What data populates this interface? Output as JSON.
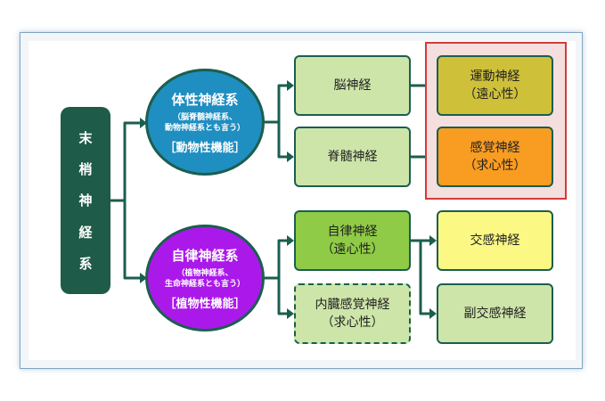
{
  "root": {
    "chars": [
      "末",
      "梢",
      "神",
      "経",
      "系"
    ]
  },
  "somatic": {
    "title": "体性神経系",
    "note_line1": "（脳脊髄神経系、",
    "note_line2": "動物神経系とも言う）",
    "function": "［動物性機能］",
    "branches": {
      "brain": "脳神経",
      "spinal": "脊髄神経"
    },
    "leaves": {
      "motor_name": "運動神経",
      "motor_dir": "（遠心性）",
      "sensory_name": "感覚神経",
      "sensory_dir": "（求心性）"
    }
  },
  "autonomic": {
    "title": "自律神経系",
    "note_line1": "（植物神経系、",
    "note_line2": "生命神経系とも言う）",
    "function": "［植物性機能］",
    "branches": {
      "autonomic_name": "自律神経",
      "autonomic_dir": "（遠心性）",
      "visceral_name": "内臓感覚神経",
      "visceral_dir": "（求心性）"
    },
    "leaves": {
      "sympathetic": "交感神経",
      "parasympathetic": "副交感神経"
    }
  },
  "colors": {
    "dark_green": "#1e5b48",
    "somatic_circle": "#1f8ec1",
    "autonomic_circle": "#aa19ea",
    "light_green_box": "#cde5a9",
    "mid_green_box": "#8fcb46",
    "motor_box": "#cfc03a",
    "sensory_box": "#f89c22",
    "yellow_box": "#fbf884",
    "highlight_border": "#d43a3a"
  }
}
